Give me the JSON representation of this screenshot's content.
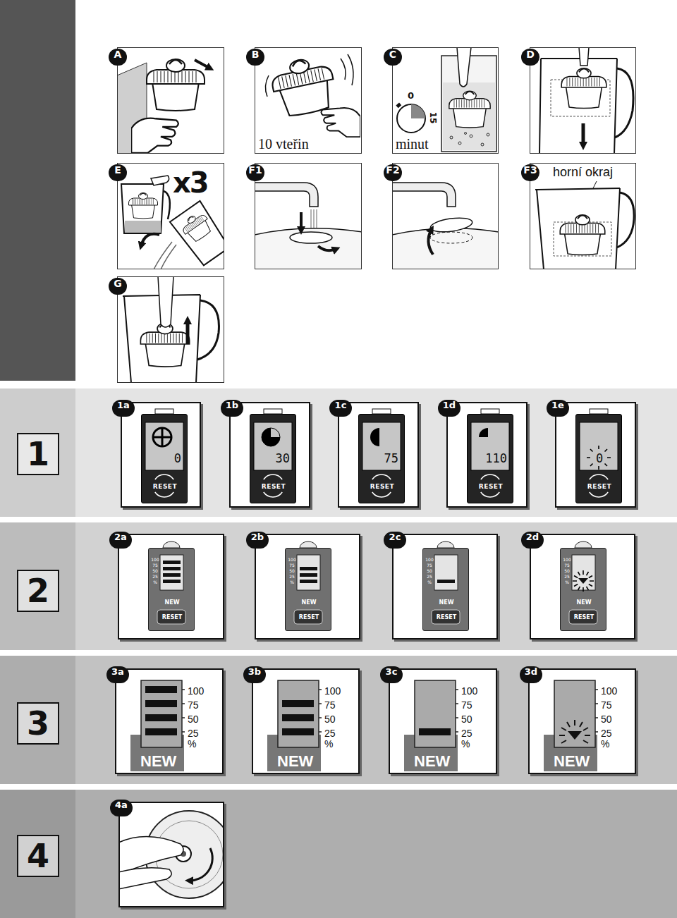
{
  "diagram": {
    "nodes": [
      {
        "text": [
          "A"
        ]
      },
      {
        "text": [
          "B",
          "10 vteřin"
        ]
      },
      {
        "text": [
          "C",
          "0",
          "15",
          "minut"
        ]
      },
      {
        "text": [
          "D"
        ]
      },
      {
        "text": [
          "E",
          "x3"
        ]
      },
      {
        "text": [
          "F1"
        ]
      },
      {
        "text": [
          "F2"
        ]
      },
      {
        "text": [
          "F3",
          "horní okraj"
        ]
      },
      {
        "text": [
          "G"
        ]
      },
      {
        "text": [
          "1"
        ]
      },
      {
        "text": [
          "1a"
        ]
      },
      {
        "text": [
          "0",
          "RESET"
        ],
        "in": 10
      },
      {
        "text": [
          "1b"
        ]
      },
      {
        "text": [
          "30",
          "RESET"
        ],
        "in": 12
      },
      {
        "text": [
          "1c"
        ]
      },
      {
        "text": [
          "75",
          "RESET"
        ],
        "in": 14
      },
      {
        "text": [
          "1d"
        ]
      },
      {
        "text": [
          "110",
          "RESET"
        ],
        "in": 16
      },
      {
        "text": [
          "1e"
        ]
      },
      {
        "text": [
          "0",
          "RESET"
        ],
        "in": 18
      },
      {
        "text": [
          "2"
        ]
      },
      {
        "text": [
          "2a"
        ]
      },
      {
        "text": [
          "100",
          "75",
          "50",
          "25",
          "%",
          "NEW",
          "RESET"
        ],
        "in": 21
      },
      {
        "text": [
          "2b"
        ]
      },
      {
        "text": [
          "100",
          "75",
          "50",
          "25",
          "%",
          "NEW",
          "RESET"
        ],
        "in": 23
      },
      {
        "text": [
          "2c"
        ]
      },
      {
        "text": [
          "100",
          "75",
          "50",
          "25",
          "%",
          "NEW",
          "RESET"
        ],
        "in": 25
      },
      {
        "text": [
          "2d"
        ]
      },
      {
        "text": [
          "100",
          "75",
          "50",
          "25",
          "%",
          "NEW",
          "RESET"
        ],
        "in": 27
      },
      {
        "text": [
          "3"
        ]
      },
      {
        "text": [
          "3a",
          "100",
          "75",
          "50",
          "25",
          "%",
          "NEW"
        ]
      },
      {
        "text": [
          "3b",
          "100",
          "75",
          "50",
          "25",
          "%",
          "NEW"
        ]
      },
      {
        "text": [
          "3c",
          "100",
          "75",
          "50",
          "25",
          "%",
          "NEW"
        ]
      },
      {
        "text": [
          "3d",
          "100",
          "75",
          "50",
          "25",
          "%",
          "NEW"
        ]
      },
      {
        "text": [
          "4"
        ]
      },
      {
        "text": [
          "4a"
        ]
      }
    ]
  }
}
